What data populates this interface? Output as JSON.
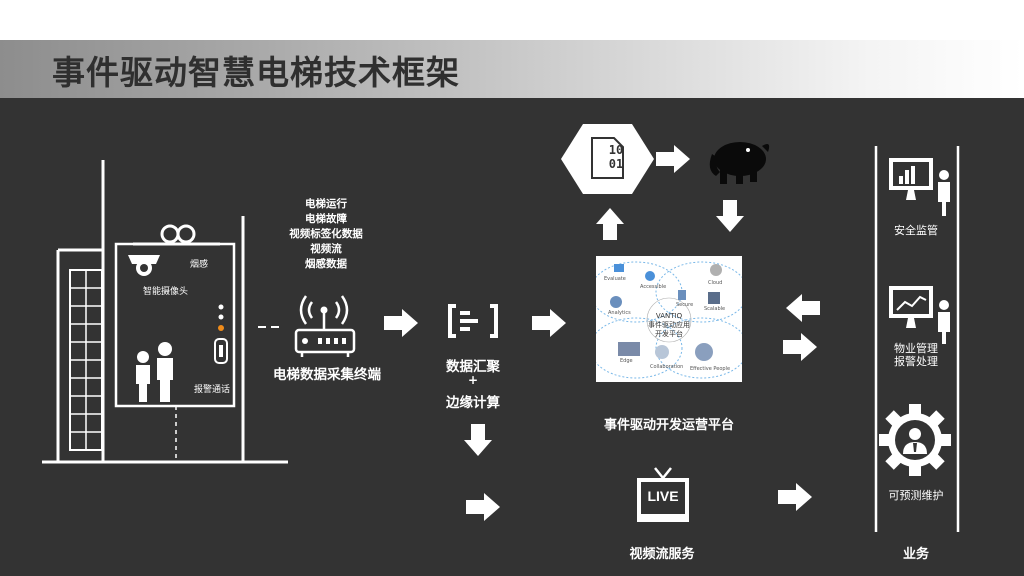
{
  "title": "事件驱动智慧电梯技术框架",
  "elevator": {
    "camera_label": "智能摄像头",
    "smoke_label": "烟感",
    "alarm_label": "报警通话"
  },
  "data_items": [
    "电梯运行",
    "电梯故障",
    "视频标签化数据",
    "视频流",
    "烟感数据"
  ],
  "terminal_label": "电梯数据采集终端",
  "aggregation": {
    "line1": "数据汇聚",
    "plus": "+",
    "line2": "边缘计算"
  },
  "storage_icon_text": {
    "top": "10",
    "bottom": "01"
  },
  "platform": {
    "label": "事件驱动开发运营平台",
    "center_title": "VANTIQ",
    "center_line1": "事件驱动应用",
    "center_line2": "开发平台",
    "tags": [
      "Evaluate",
      "Accessible",
      "Cloud",
      "Secure",
      "Scalable",
      "Analytics",
      "Edge",
      "Collaboration",
      "Effective People"
    ]
  },
  "video_service": {
    "icon_text": "LIVE",
    "label": "视频流服务"
  },
  "business": {
    "items": [
      "安全监管",
      "物业管理",
      "报警处理",
      "可预测维护"
    ],
    "label": "业务"
  },
  "colors": {
    "background": "#333333",
    "accent_dot": "#f08c1a",
    "text": "#ffffff"
  }
}
